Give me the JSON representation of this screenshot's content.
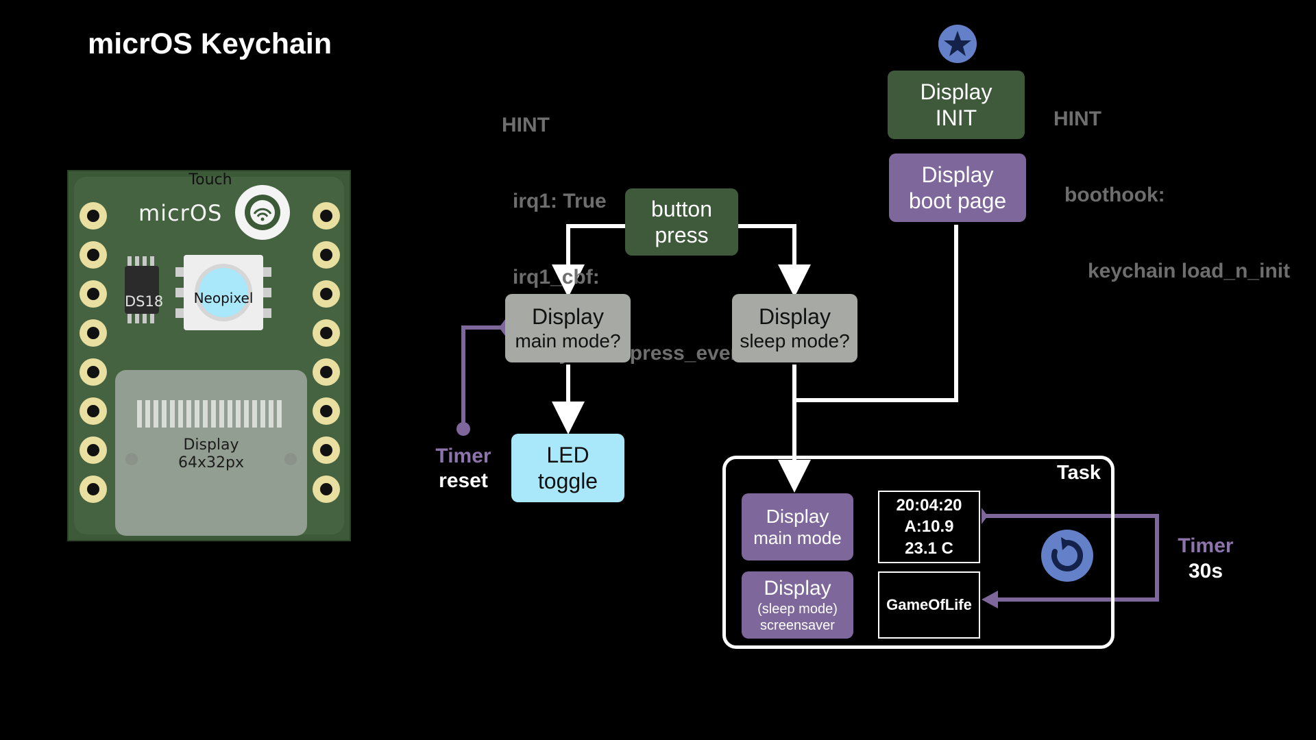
{
  "title": "micrOS Keychain",
  "hints": {
    "left": {
      "heading": "HINT",
      "lines": [
        "irq1: True",
        "irq1_cbf:",
        "keychain press_event"
      ]
    },
    "right": {
      "heading": "HINT",
      "lines": [
        "boothook:",
        "keychain load_n_init"
      ]
    }
  },
  "board": {
    "touch_label": "Touch",
    "brand": "micrOS",
    "sensor_label": "DS18",
    "led_label": "Neopixel",
    "display_label_line1": "Display",
    "display_label_line2": "64x32px"
  },
  "nodes": {
    "display_init": [
      "Display",
      "INIT"
    ],
    "display_boot": [
      "Display",
      "boot page"
    ],
    "button_press": [
      "button",
      "press"
    ],
    "main_mode_q": [
      "Display",
      "main mode?"
    ],
    "sleep_mode_q": [
      "Display",
      "sleep mode?"
    ],
    "led_toggle": [
      "LED",
      "toggle"
    ],
    "display_main": [
      "Display",
      "main mode"
    ],
    "display_sleep": [
      "Display",
      "(sleep mode)",
      "screensaver"
    ]
  },
  "task": {
    "label": "Task",
    "screen_main": [
      "20:04:20",
      "A:10.9",
      "23.1 C"
    ],
    "screen_sleep": "GameOfLife"
  },
  "labels": {
    "timer_reset": [
      "Timer",
      "reset"
    ],
    "timer_30s": [
      "Timer",
      "30s"
    ]
  },
  "icons": {
    "start": "star-icon",
    "loop": "refresh-icon",
    "brand": "gear-wifi-icon"
  },
  "colors": {
    "green": "#3e5a3b",
    "purple": "#7e679a",
    "grey": "#a7a9a4",
    "cyan": "#a9e7fa",
    "blue_icon": "#6380c8",
    "hint": "#6e6e6e"
  }
}
